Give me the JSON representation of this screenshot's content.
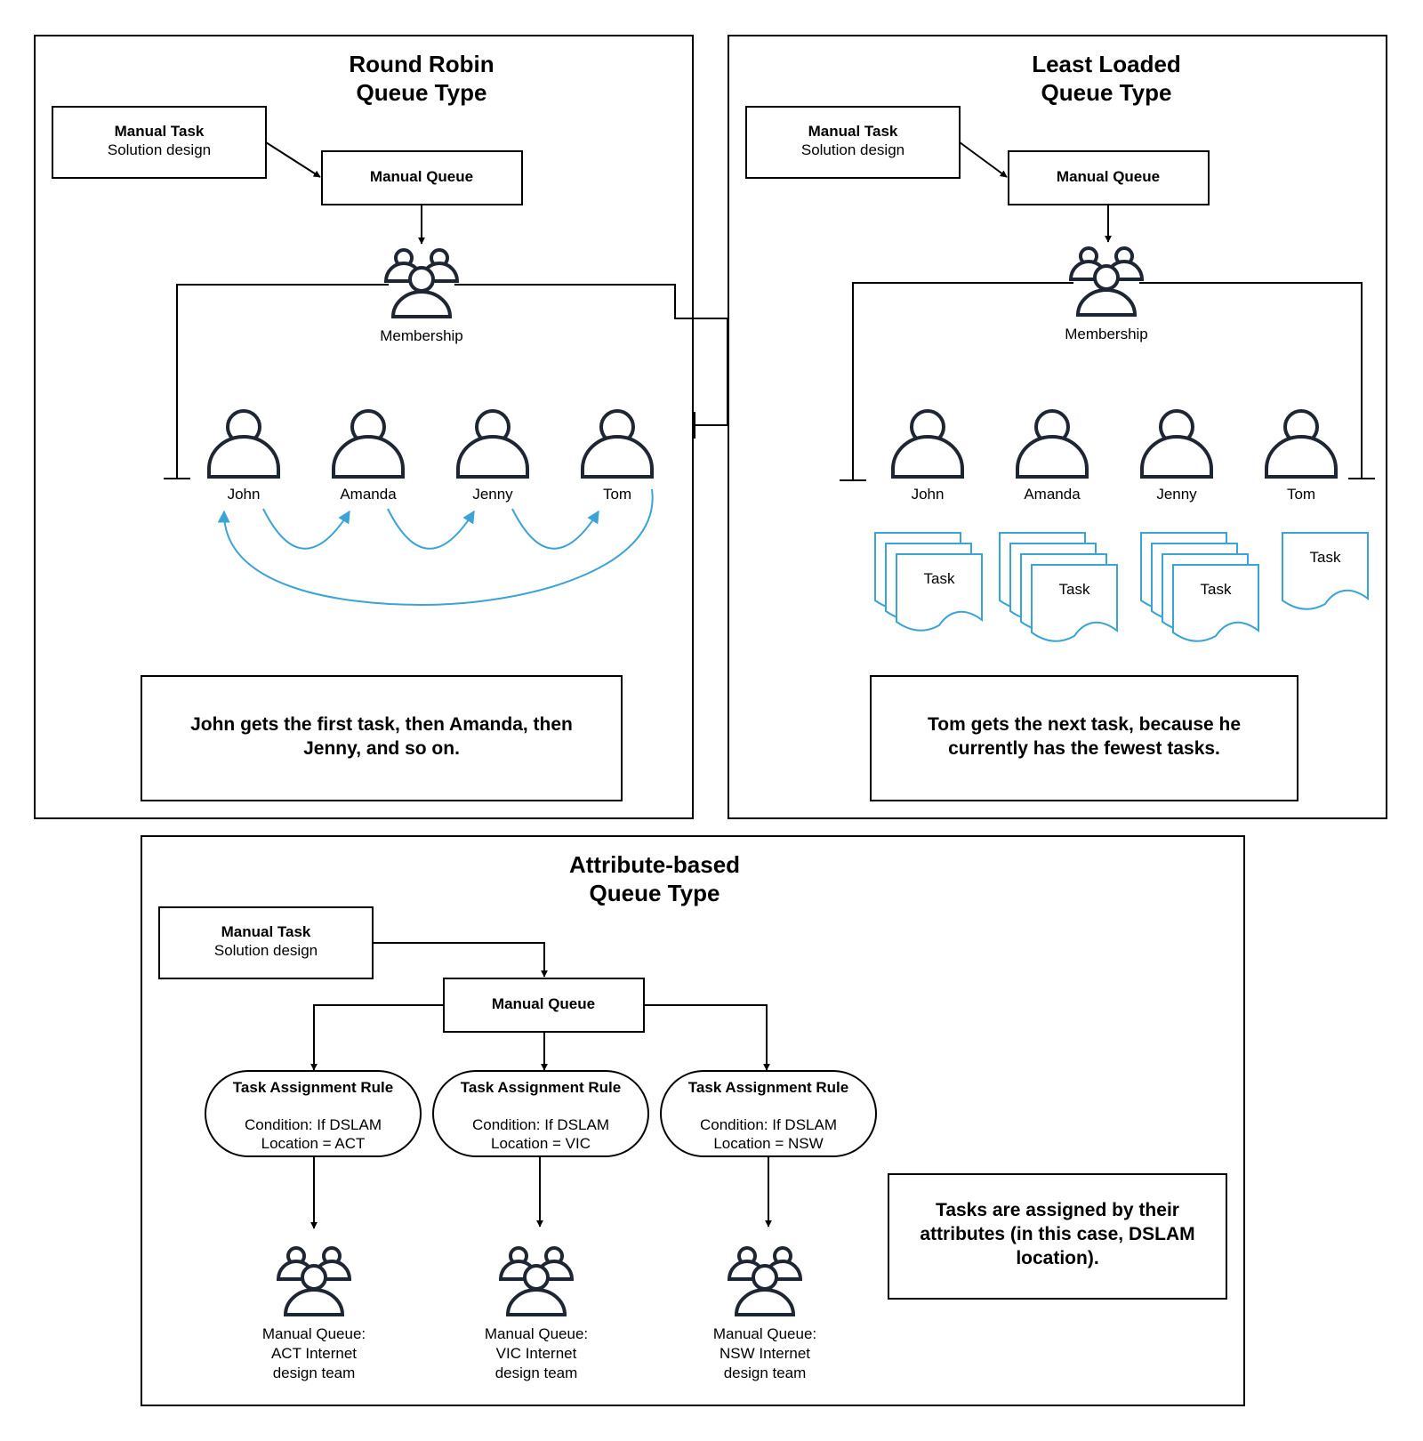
{
  "round_robin": {
    "title_line1": "Round Robin",
    "title_line2": "Queue Type",
    "manual_task_title": "Manual Task",
    "manual_task_sub": "Solution design",
    "manual_queue": "Manual Queue",
    "membership": "Membership",
    "members": [
      "John",
      "Amanda",
      "Jenny",
      "Tom"
    ],
    "note_line1": "John gets the first task, then Amanda, then",
    "note_line2": "Jenny, and so on."
  },
  "least_loaded": {
    "title_line1": "Least Loaded",
    "title_line2": "Queue Type",
    "manual_task_title": "Manual Task",
    "manual_task_sub": "Solution design",
    "manual_queue": "Manual Queue",
    "membership": "Membership",
    "members": [
      "John",
      "Amanda",
      "Jenny",
      "Tom"
    ],
    "task_label": "Task",
    "task_counts": [
      3,
      4,
      4,
      1
    ],
    "note_line1": "Tom gets the next task, because he",
    "note_line2": "currently has the fewest tasks."
  },
  "attribute_based": {
    "title_line1": "Attribute-based",
    "title_line2": "Queue Type",
    "manual_task_title": "Manual Task",
    "manual_task_sub": "Solution design",
    "manual_queue": "Manual Queue",
    "rules": [
      {
        "title": "Task Assignment Rule",
        "line1": "Condition: If DSLAM",
        "line2": "Location = ACT",
        "queue_line1": "Manual Queue:",
        "queue_line2": "ACT Internet",
        "queue_line3": "design team"
      },
      {
        "title": "Task Assignment Rule",
        "line1": "Condition: If DSLAM",
        "line2": "Location = VIC",
        "queue_line1": "Manual Queue:",
        "queue_line2": "VIC Internet",
        "queue_line3": "design team"
      },
      {
        "title": "Task Assignment Rule",
        "line1": "Condition: If DSLAM",
        "line2": "Location = NSW",
        "queue_line1": "Manual Queue:",
        "queue_line2": "NSW Internet",
        "queue_line3": "design team"
      }
    ],
    "note_line1": "Tasks are assigned by their",
    "note_line2": "attributes (in this case, DSLAM",
    "note_line3": "location)."
  },
  "colors": {
    "accent": "#3ba3d6",
    "icon": "#1f2633"
  }
}
